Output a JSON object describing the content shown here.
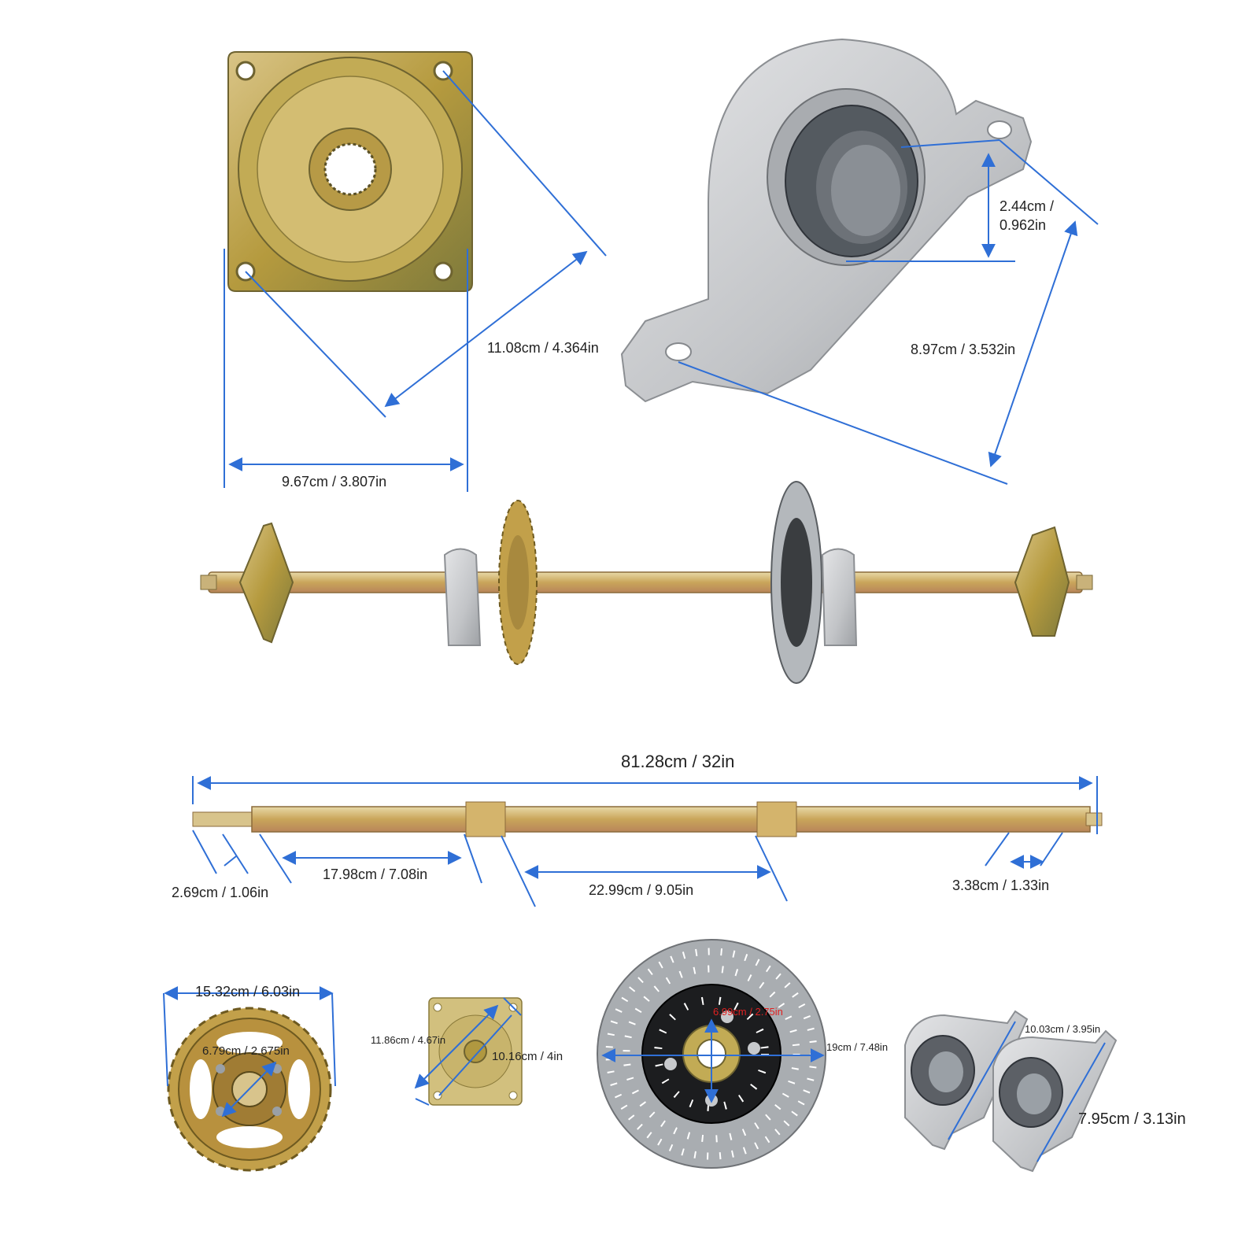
{
  "colors": {
    "dimension_line": "#2f6fd6",
    "label_text": "#222222",
    "hub_metal": "#b59a3e",
    "bearing_silver": "#c7c9cc",
    "disc_grey": "#9aa0a6",
    "highlight_red": "#e02020"
  },
  "components": {
    "hub_flange": {
      "icon": "flange-hub-icon",
      "diag": "11.08cm / 4.364in",
      "width": "9.67cm / 3.807in"
    },
    "pillow_bearing": {
      "icon": "pillow-block-bearing-icon",
      "bore_line1": "2.44cm /",
      "bore_line2": "0.962in",
      "length": "8.97cm / 3.532in"
    },
    "axle_assembly": {
      "icon": "axle-assembly-icon"
    },
    "axle": {
      "icon": "axle-shaft-icon",
      "total": "81.28cm / 32in",
      "left_spline": "2.69cm / 1.06in",
      "seg_a": "17.98cm / 7.08in",
      "seg_b": "22.99cm / 9.05in",
      "right_end": "3.38cm / 1.33in"
    },
    "sprocket": {
      "icon": "sprocket-icon",
      "outer": "15.32cm / 6.03in",
      "inner": "6.79cm / 2.675in"
    },
    "small_flange": {
      "icon": "small-flange-icon",
      "diag": "11.86cm / 4.67in",
      "side": "10.16cm / 4in"
    },
    "brake_disc": {
      "icon": "brake-disc-icon",
      "inner": "6.99cm / 2.75in",
      "outer": "19cm / 7.48in"
    },
    "bearings_pair": {
      "icon": "bearing-pair-icon",
      "length": "10.03cm / 3.95in",
      "height": "7.95cm / 3.13in"
    }
  }
}
